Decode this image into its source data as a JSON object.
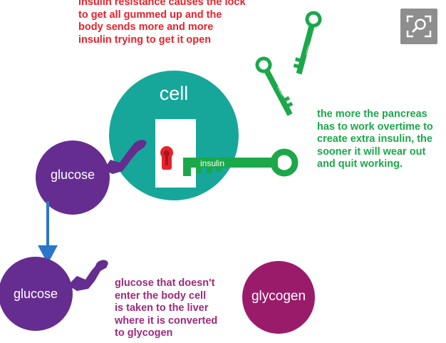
{
  "labels": {
    "cell": "cell",
    "glucose_top": "glucose",
    "glucose_bottom": "glucose",
    "glycogen": "glycogen",
    "insulin_key": "insulin",
    "small_key_1": "insulin",
    "small_key_2": "insulin"
  },
  "notes": {
    "insulin_resistance": "insulin resistance causes the lock\nto get all gummed up and the\nbody sends more and more\ninsulin trying to get it open",
    "pancreas": "the more the pancreas\nhas to work overtime to\ncreate extra insulin, the\nsooner it will wear out\nand quit working.",
    "glycogen": "glucose that doesn't\nenter the body cell\nis taken to the liver\nwhere it is converted\nto glycogen"
  },
  "colors": {
    "cell": "#16a79a",
    "glucose": "#662d91",
    "glycogen": "#9b1b6b",
    "insulin_key": "#1aa84a",
    "lock": "#e8212a",
    "arrow": "#2a77c9",
    "note_red": "#e8212a",
    "note_green": "#1aa84a",
    "note_purple": "#9c2a7c"
  },
  "icons": {
    "zoom": "zoom-magnifier-icon",
    "lock": "keyhole-lock-icon"
  }
}
